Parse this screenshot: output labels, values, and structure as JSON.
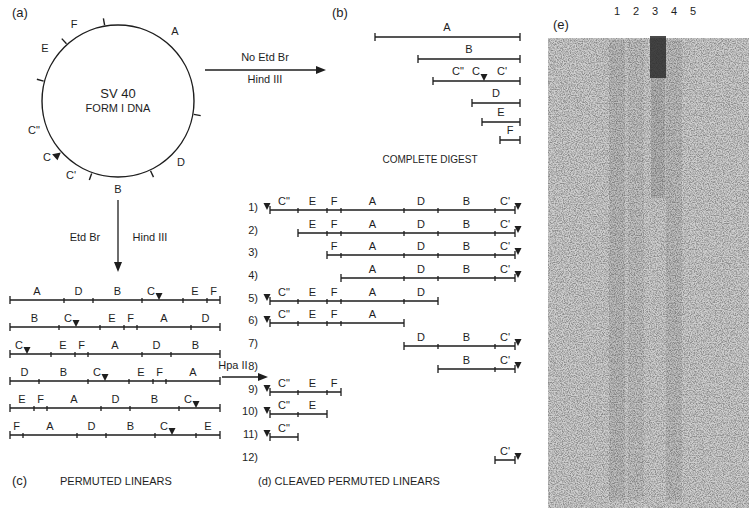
{
  "diagram": {
    "nodes": [
      {
        "text": [
          "SV 40",
          "FORM I DNA"
        ]
      }
    ],
    "labels": [
      "(a)",
      "F",
      "E",
      "A",
      "C\"",
      "C",
      "C'",
      "D",
      "B",
      "No Etd Br",
      "Hind III",
      "(b)",
      "A",
      "B",
      "C\"",
      "C",
      "C'",
      "D",
      "E",
      "F",
      "COMPLETE DIGEST",
      "Etd Br",
      "Hind III",
      "A",
      "D",
      "B",
      "C",
      "E",
      "F",
      "B",
      "C",
      "E",
      "F",
      "A",
      "D",
      "C",
      "E",
      "F",
      "A",
      "D",
      "B",
      "D",
      "B",
      "C",
      "E",
      "F",
      "A",
      "E",
      "F",
      "A",
      "D",
      "B",
      "C",
      "F",
      "A",
      "D",
      "B",
      "C",
      "E",
      "(c)",
      "PERMUTED LINEARS",
      "Hpa II",
      "1)",
      "C\"",
      "E",
      "F",
      "A",
      "D",
      "B",
      "C'",
      "2)",
      "E",
      "F",
      "A",
      "D",
      "B",
      "C'",
      "3)",
      "F",
      "A",
      "D",
      "B",
      "C'",
      "4)",
      "A",
      "D",
      "B",
      "C'",
      "5)",
      "C\"",
      "E",
      "F",
      "A",
      "D",
      "6)",
      "C\"",
      "E",
      "F",
      "A",
      "7)",
      "D",
      "B",
      "C'",
      "8)",
      "B",
      "C'",
      "9)",
      "C\"",
      "E",
      "F",
      "10)",
      "C\"",
      "E",
      "11)",
      "C\"",
      "12)",
      "C'",
      "(d) CLEAVED PERMUTED LINEARS",
      "(e)",
      "1",
      "2",
      "3",
      "4",
      "5"
    ]
  }
}
